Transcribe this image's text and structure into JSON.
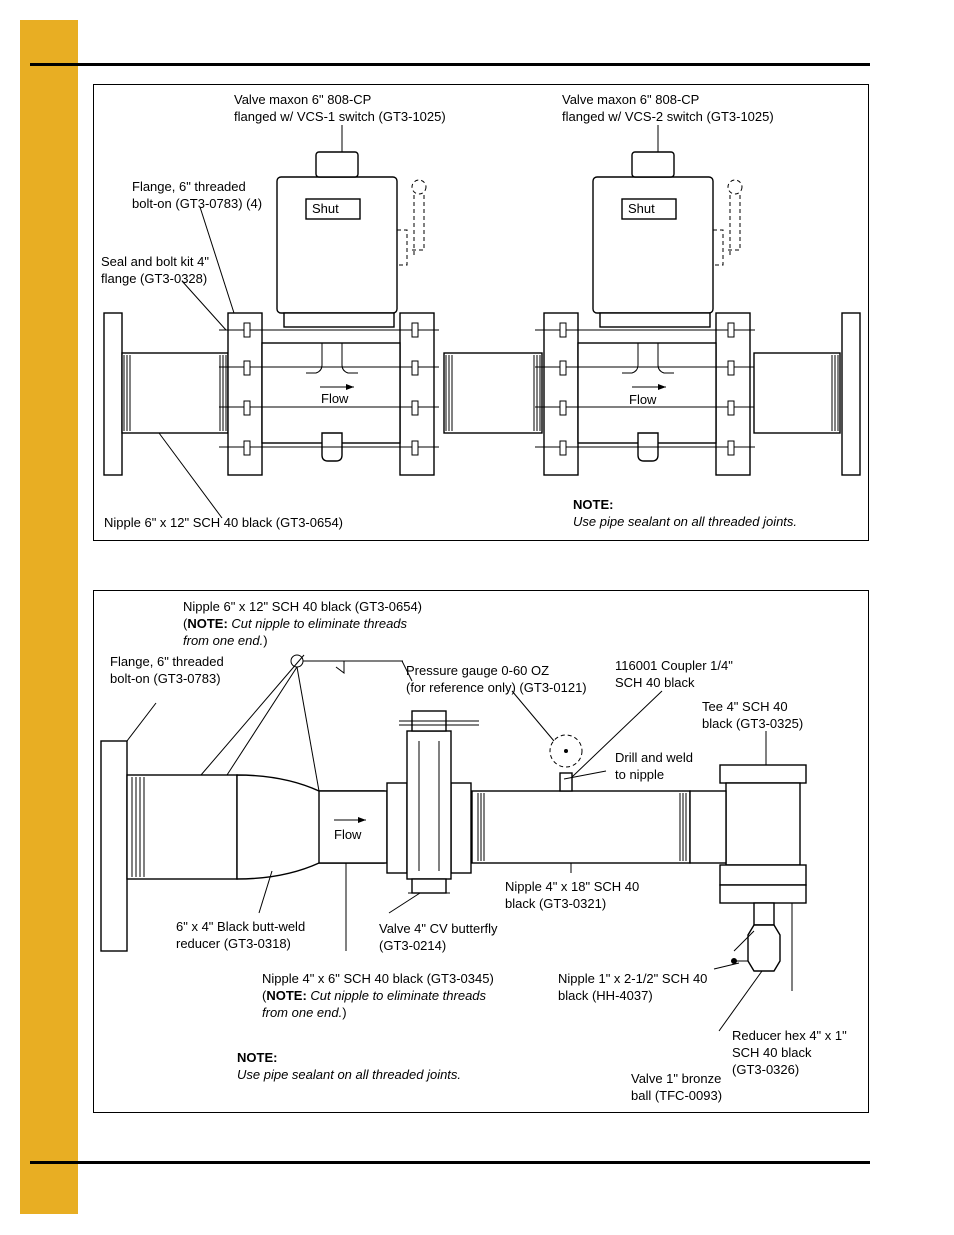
{
  "page": {
    "accent_color": "#e8ae23"
  },
  "diagram1": {
    "valve1_label": [
      "Valve maxon 6\" 808-CP",
      "flanged w/ VCS-1 switch (GT3-1025)"
    ],
    "valve2_label": [
      "Valve maxon 6\" 808-CP",
      "flanged w/ VCS-2 switch (GT3-1025)"
    ],
    "flange_label": [
      "Flange, 6\" threaded",
      "bolt-on (GT3-0783) (4)"
    ],
    "seal_label": [
      "Seal and bolt kit 4\"",
      "flange (GT3-0328)"
    ],
    "nipple_label": "Nipple 6\" x 12\" SCH 40 black (GT3-0654)",
    "shut": "Shut",
    "flow": "Flow",
    "note_title": "NOTE:",
    "note_text": "Use pipe sealant on all threaded joints."
  },
  "diagram2": {
    "nipple6_label": "Nipple 6\" x 12\" SCH 40 black (GT3-0654)",
    "nipple6_note_bold": "NOTE:",
    "nipple6_note_italic": "Cut nipple to eliminate threads",
    "nipple6_note_line2": "from one end.",
    "flange_label": [
      "Flange, 6\" threaded",
      "bolt-on (GT3-0783)"
    ],
    "gauge_label": [
      "Pressure gauge 0-60 OZ",
      "(for reference only) (GT3-0121)"
    ],
    "coupler_label": [
      "116001 Coupler 1/4\"",
      "SCH 40 black"
    ],
    "tee_label": [
      "Tee 4\" SCH 40",
      "black (GT3-0325)"
    ],
    "drill_label": [
      "Drill and weld",
      "to nipple"
    ],
    "flow": "Flow",
    "nipple4x18_label": [
      "Nipple 4\" x 18\" SCH 40",
      "black (GT3-0321)"
    ],
    "reducer_label": [
      "6\" x 4\" Black butt-weld",
      "reducer (GT3-0318)"
    ],
    "butterfly_label": [
      "Valve 4\" CV butterfly",
      "(GT3-0214)"
    ],
    "nipple4x6_label": "Nipple 4\" x 6\" SCH 40 black (GT3-0345)",
    "nipple4x6_note_bold": "NOTE:",
    "nipple4x6_note_italic": "Cut nipple to eliminate threads",
    "nipple4x6_note_line2": "from one end.",
    "nipple1_label": [
      "Nipple 1\" x 2-1/2\" SCH 40",
      "black (HH-4037)"
    ],
    "reducerhex_label": [
      "Reducer hex 4\" x 1\"",
      "SCH 40 black",
      "(GT3-0326)"
    ],
    "ball_label": [
      "Valve 1\" bronze",
      "ball (TFC-0093)"
    ],
    "note_title": "NOTE:",
    "note_text": "Use pipe sealant on all threaded joints."
  }
}
